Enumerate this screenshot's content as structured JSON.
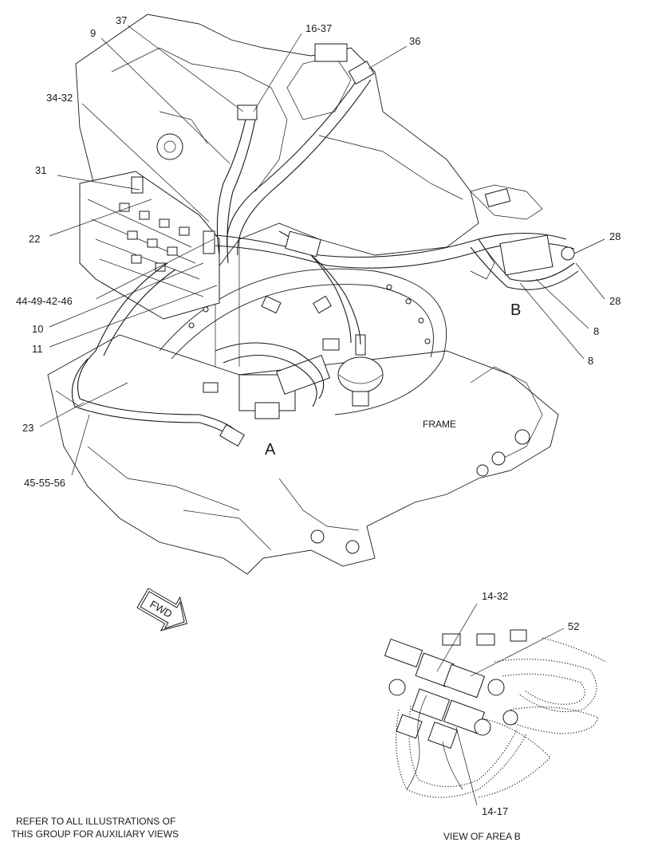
{
  "labels": {
    "l37": "37",
    "l9": "9",
    "l16_37": "16-37",
    "l36": "36",
    "l34_32": "34-32",
    "l31": "31",
    "l22": "22",
    "l44_49_42_46": "44-49-42-46",
    "l10": "10",
    "l11": "11",
    "l23": "23",
    "l45_55_56": "45-55-56",
    "l28a": "28",
    "l28b": "28",
    "l8a": "8",
    "l8b": "8",
    "l14_32": "14-32",
    "l52": "52",
    "l14_17": "14-17"
  },
  "area_labels": {
    "a": "A",
    "b": "B"
  },
  "frame_label": "FRAME",
  "fwd_label": "FWD",
  "note": {
    "line1": "REFER TO ALL ILLUSTRATIONS OF",
    "line2": "THIS GROUP FOR AUXILIARY VIEWS"
  },
  "view_caption": "VIEW OF AREA B"
}
